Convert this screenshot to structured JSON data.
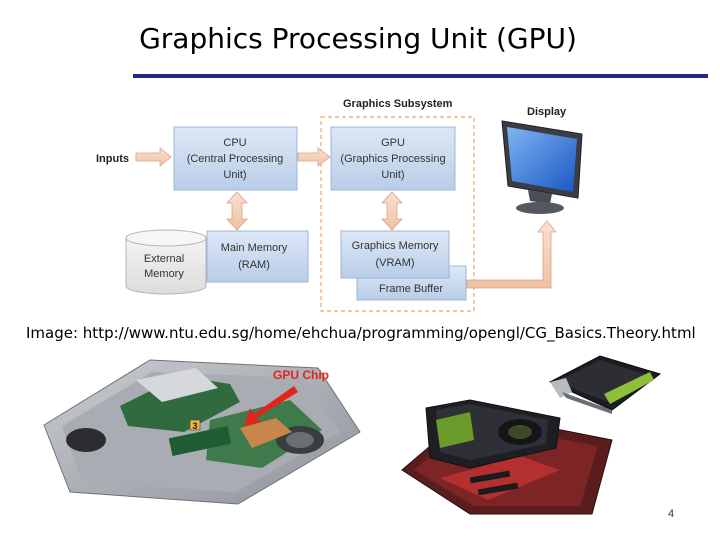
{
  "slide": {
    "title": "Graphics Processing Unit (GPU)",
    "caption": "Image: http://www.ntu.edu.sg/home/ehchua/programming/opengl/CG_Basics.Theory.html",
    "page_number": "4"
  },
  "diagram": {
    "subsystem_label": "Graphics Subsystem",
    "display_label": "Display",
    "inputs_label": "Inputs",
    "cpu": {
      "line1": "CPU",
      "line2": "(Central Processing",
      "line3": "Unit)"
    },
    "gpu": {
      "line1": "GPU",
      "line2": "(Graphics Processing",
      "line3": "Unit)"
    },
    "main_memory": {
      "line1": "Main Memory",
      "line2": "(RAM)"
    },
    "external_memory": {
      "line1": "External",
      "line2": "Memory"
    },
    "graphics_memory": {
      "line1": "Graphics Memory",
      "line2": "(VRAM)"
    },
    "frame_buffer": "Frame Buffer"
  },
  "photos": {
    "laptop_callout": "GPU Chip",
    "laptop_badge": "3"
  },
  "colors": {
    "title_rule": "#1f2b8a",
    "box_fill": "#c7d8ee",
    "box_stroke": "#9fb5d4",
    "arrow_fill": "#f5cdb4",
    "arrow_stroke": "#d9a486",
    "callout_red": "#e3241b"
  }
}
